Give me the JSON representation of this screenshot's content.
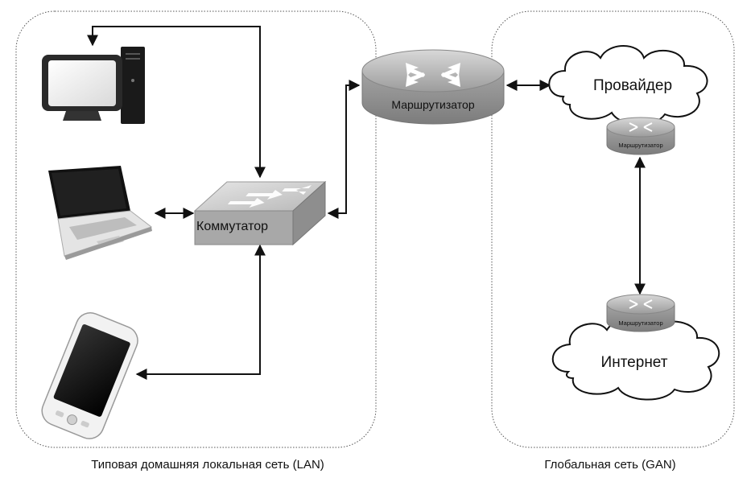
{
  "zones": {
    "lan_caption": "Типовая домашняя локальная сеть (LAN)",
    "gan_caption": "Глобальная сеть (GAN)"
  },
  "devices": {
    "switch_label": "Коммутатор",
    "main_router_label": "Маршрутизатор",
    "provider_router_label": "Маршрутизатор",
    "internet_router_label": "Маршрутизатор"
  },
  "clouds": {
    "provider_label": "Провайдер",
    "internet_label": "Интернет"
  },
  "colors": {
    "line": "#111111",
    "zone_border": "#555555",
    "router_body": "#9a9a9a",
    "switch_body": "#a8a8a8"
  },
  "icons": [
    "desktop-computer-icon",
    "laptop-icon",
    "smartphone-icon",
    "switch-icon",
    "router-icon",
    "cloud-icon"
  ]
}
